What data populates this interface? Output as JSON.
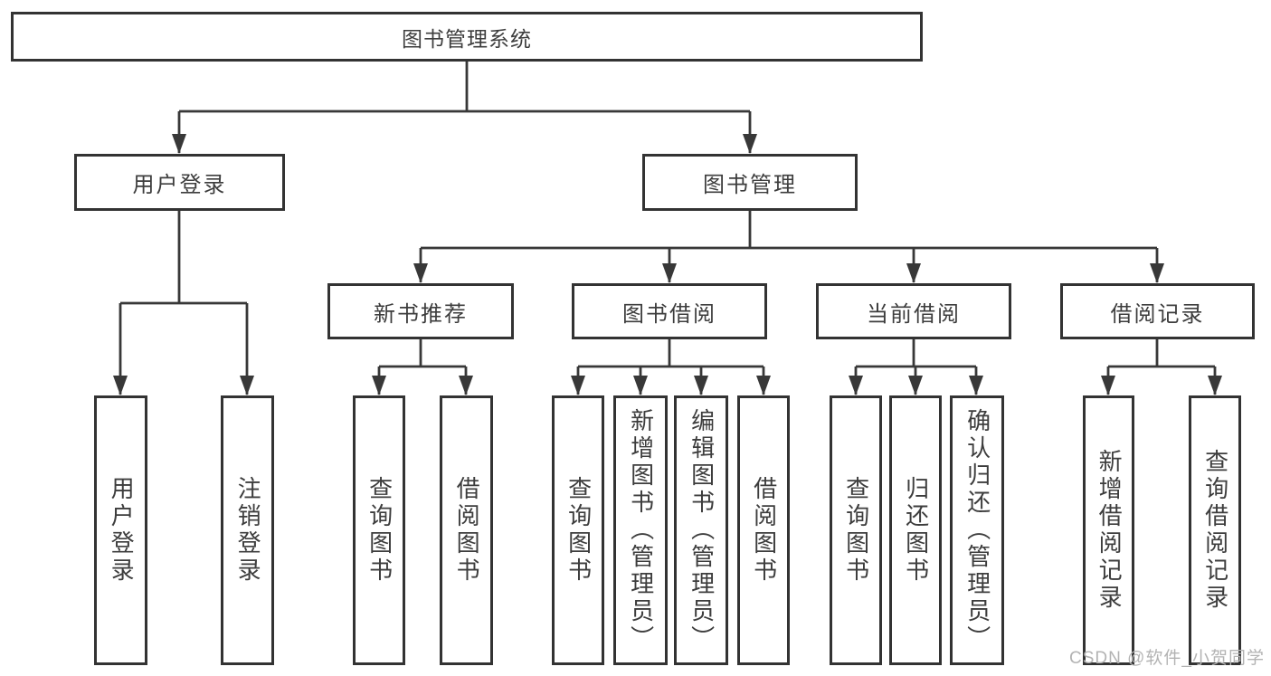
{
  "diagram": {
    "type": "hierarchy-tree",
    "tree": {
      "root": {
        "label": "图书管理系统"
      },
      "branches": [
        {
          "label": "用户登录",
          "children": [
            {
              "label": "用户登录"
            },
            {
              "label": "注销登录"
            }
          ]
        },
        {
          "label": "图书管理",
          "children": [
            {
              "label": "新书推荐",
              "children": [
                {
                  "label": "查询图书"
                },
                {
                  "label": "借阅图书"
                }
              ]
            },
            {
              "label": "图书借阅",
              "children": [
                {
                  "label": "查询图书"
                },
                {
                  "label": "新增图书（管理员）"
                },
                {
                  "label": "编辑图书（管理员）"
                },
                {
                  "label": "借阅图书"
                }
              ]
            },
            {
              "label": "当前借阅",
              "children": [
                {
                  "label": "查询图书"
                },
                {
                  "label": "归还图书"
                },
                {
                  "label": "确认归还（管理员）"
                }
              ]
            },
            {
              "label": "借阅记录",
              "children": [
                {
                  "label": "新增借阅记录"
                },
                {
                  "label": "查询借阅记录"
                }
              ]
            }
          ]
        }
      ]
    }
  },
  "watermark": {
    "text": "CSDN @软件_小贺同学"
  },
  "colors": {
    "box_border": "#333333",
    "text": "#3d3d3d",
    "line": "#383838",
    "watermark": "#b3b3b3",
    "background": "#ffffff"
  }
}
